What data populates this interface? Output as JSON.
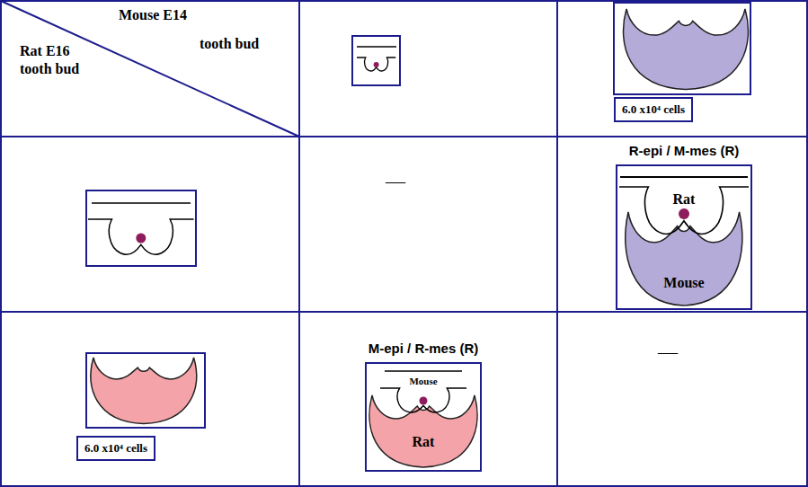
{
  "diagram": {
    "nodes": [
      {
        "text": [
          "6.0 x10⁴ cells"
        ]
      },
      {
        "text": [
          "R-epi / M-mes (R)",
          "Rat",
          "Mouse"
        ]
      },
      {
        "text": [
          "6.0 x10⁴ cells"
        ]
      },
      {
        "text": [
          "M-epi / R-mes (R)",
          "Mouse",
          "Rat"
        ]
      }
    ],
    "labels": [
      "Mouse E14",
      "tooth bud",
      "Rat E16",
      "tooth bud",
      "—",
      "—"
    ]
  }
}
